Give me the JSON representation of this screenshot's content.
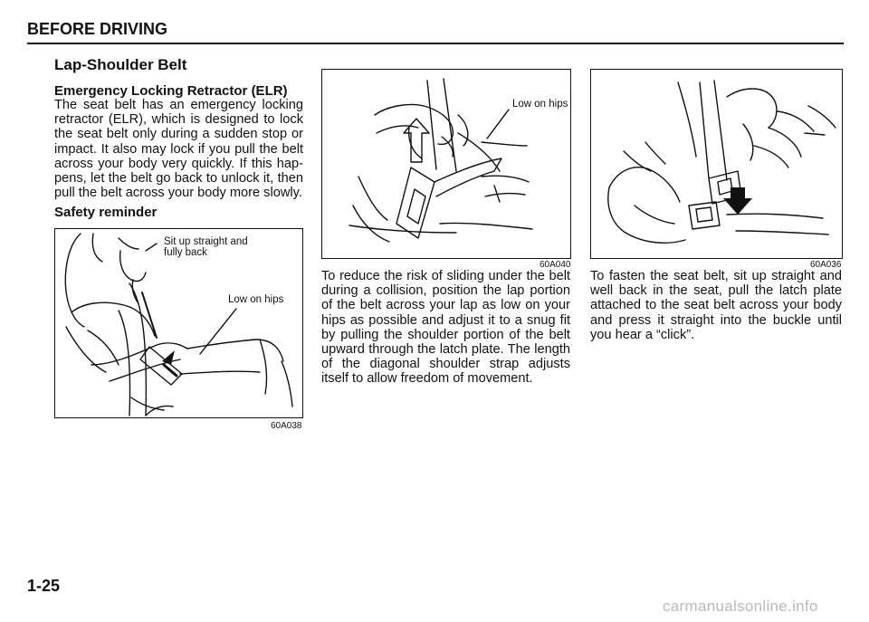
{
  "header": {
    "title": "BEFORE DRIVING"
  },
  "section": {
    "title": "Lap-Shoulder Belt",
    "subtitle": "Emergency Locking Retractor (ELR)",
    "elr_text": "The seat belt has an emergency locking retractor (ELR), which is designed to lock the seat belt only during a sudden stop or impact. It also may lock if you pull the belt across your body very quickly. If this hap-pens, let the belt go back to unlock it, then pull the belt across your body more slowly.",
    "safety_title": "Safety reminder"
  },
  "figures": {
    "fig1": {
      "callout_top": "Sit up straight and fully back",
      "callout_hips": "Low on hips",
      "code": "60A038"
    },
    "fig2": {
      "callout_hips": "Low on hips",
      "code": "60A040"
    },
    "fig3": {
      "code": "60A036"
    }
  },
  "paragraphs": {
    "lap_text": "To reduce the risk of sliding under the belt during a collision, position the lap portion of the belt across your lap as low on your hips as possible and adjust it to a snug fit by pulling the shoulder portion of the belt upward through the latch plate. The length of the diagonal shoulder strap adjusts itself to allow freedom of movement.",
    "fasten_text": "To fasten the seat belt, sit up straight and well back in the seat, pull the latch plate attached to the seat belt across your body and press it straight into the buckle until you hear a “click”."
  },
  "footer": {
    "page_number": "1-25",
    "watermark": "carmanualsonline.info"
  }
}
